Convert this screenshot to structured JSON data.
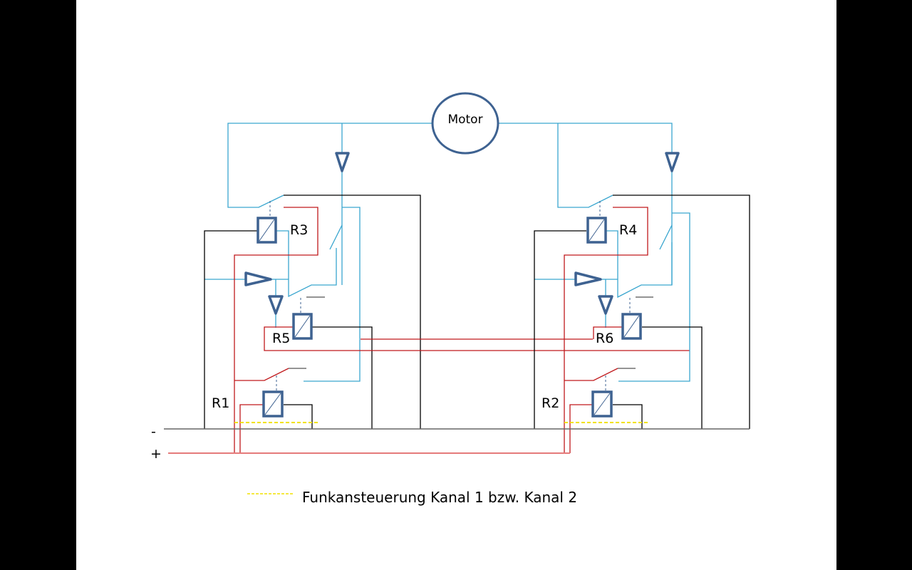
{
  "colors": {
    "wire_motor": "#3aa6cf",
    "wire_plus": "#c0191c",
    "wire_plus_light": "#e57a7a",
    "wire_minus": "#000000",
    "symbol": "#3e6291",
    "radio_control": "#f2e200"
  },
  "motor": {
    "label": "Motor"
  },
  "relays": [
    {
      "id": "R1",
      "label": "R1"
    },
    {
      "id": "R2",
      "label": "R2"
    },
    {
      "id": "R3",
      "label": "R3"
    },
    {
      "id": "R4",
      "label": "R4"
    },
    {
      "id": "R5",
      "label": "R5"
    },
    {
      "id": "R6",
      "label": "R6"
    }
  ],
  "rails": {
    "minus_label": "-",
    "plus_label": "+"
  },
  "legend": {
    "text": "Funkansteuerung Kanal 1 bzw. Kanal 2"
  }
}
